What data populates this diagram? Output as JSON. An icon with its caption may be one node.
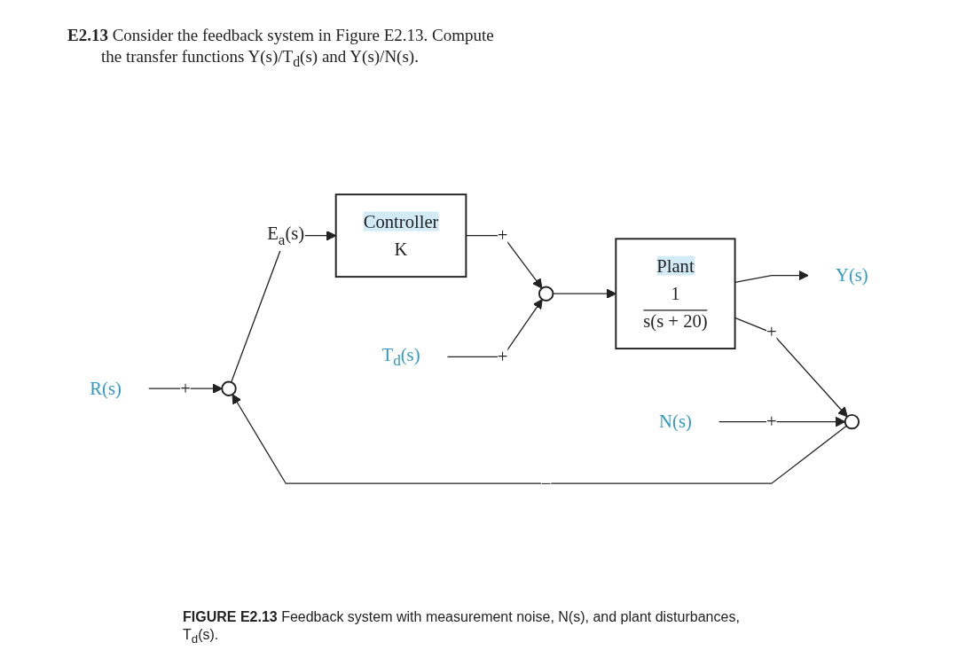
{
  "diagram": {
    "caption": "**FIGURE E2.13** Feedback system with measurement noise, N(s), and plant disturbances, T$_{d}$(s).",
    "nodes": [
      {
        "text": [
          "R(s)"
        ]
      },
      {
        "text": [],
        "shape": "circle"
      },
      {
        "text": [
          "Controller",
          "K"
        ]
      },
      {
        "text": [
          "T$_{d}$(s)"
        ]
      },
      {
        "text": [],
        "shape": "circle"
      },
      {
        "text": [
          "Plant",
          "1",
          "s(s + 20)"
        ]
      },
      {
        "text": [
          "Y(s)"
        ]
      },
      {
        "text": [],
        "shape": "circle"
      },
      {
        "text": [
          "N(s)"
        ]
      }
    ],
    "edges": [
      {
        "from": 0,
        "to": 1,
        "arrow": "to",
        "label": "+"
      },
      {
        "from": 1,
        "to": 2,
        "arrow": "to",
        "label": "E$_{a}$(s)"
      },
      {
        "from": 2,
        "to": 4,
        "arrow": "to",
        "label": "+"
      },
      {
        "from": 3,
        "to": 4,
        "arrow": "to",
        "label": "+"
      },
      {
        "from": 4,
        "to": 5,
        "arrow": "to"
      },
      {
        "from": 5,
        "to": 6,
        "arrow": "to"
      },
      {
        "from": 5,
        "to": 7,
        "arrow": "to",
        "label": "+"
      },
      {
        "from": 8,
        "to": 7,
        "arrow": "to",
        "label": "+"
      },
      {
        "from": 7,
        "to": 1,
        "arrow": "to",
        "label": "−"
      }
    ],
    "labels": [
      "**E2.13** Consider the feedback system in Figure E2.13. Compute the transfer functions Y(s)/T$_{d}$(s) and Y(s)/N(s)."
    ]
  }
}
